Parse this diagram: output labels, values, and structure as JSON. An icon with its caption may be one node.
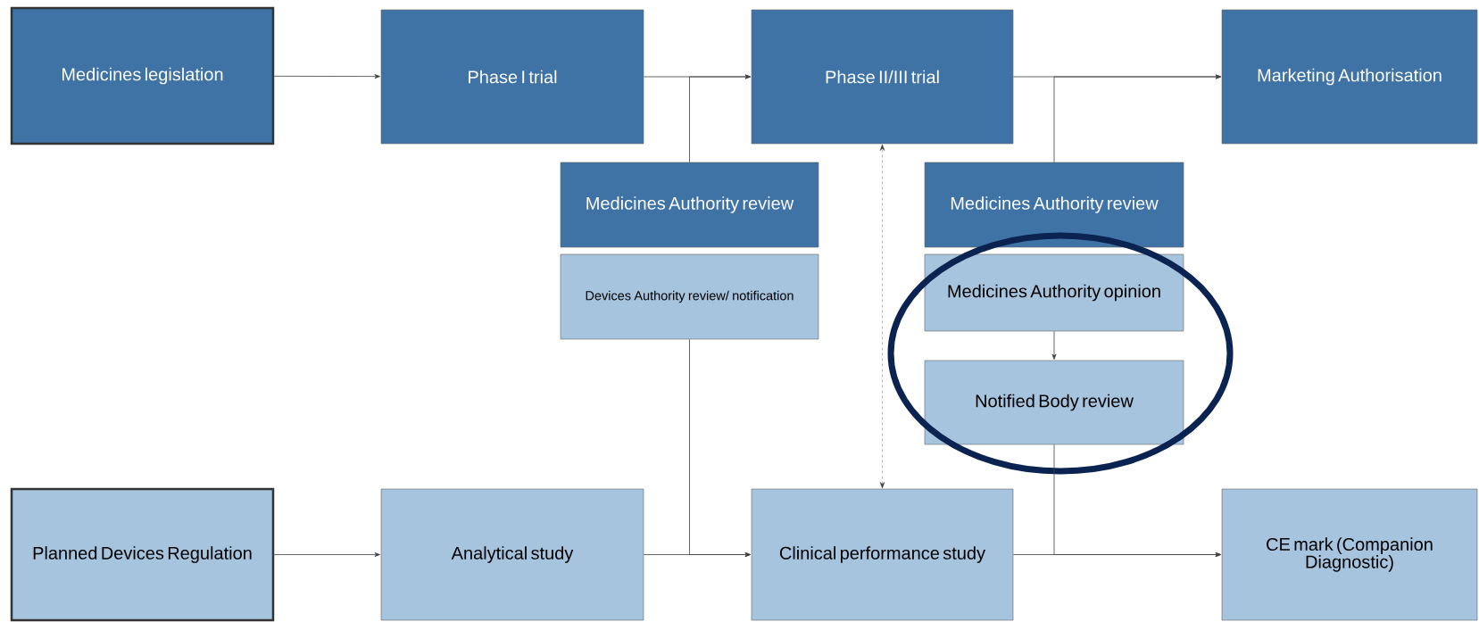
{
  "diagram": {
    "nodes": [
      {
        "text": [
          "Medicines legislation"
        ]
      },
      {
        "text": [
          "Phase I trial"
        ]
      },
      {
        "text": [
          "Phase II/III trial"
        ]
      },
      {
        "text": [
          "Marketing Authorisation"
        ]
      },
      {
        "text": [
          "Medicines Authority review"
        ]
      },
      {
        "text": [
          "Devices Authority review/ notification"
        ]
      },
      {
        "text": [
          "Medicines Authority review"
        ]
      },
      {
        "text": [
          "Medicines Authority opinion"
        ]
      },
      {
        "text": [
          "Notified Body review"
        ]
      },
      {
        "text": [
          "Planned Devices Regulation"
        ]
      },
      {
        "text": [
          "Analytical study"
        ]
      },
      {
        "text": [
          "Clinical performance study"
        ]
      },
      {
        "text": [
          "CE mark (Companion Diagnostic)"
        ]
      }
    ],
    "edges": [
      {
        "from": 0,
        "to": 1,
        "arrow": "to"
      },
      {
        "from": 1,
        "to": 2,
        "arrow": "to"
      },
      {
        "from": 4,
        "to": 2,
        "arrow": "to"
      },
      {
        "from": 2,
        "to": 3,
        "arrow": "to"
      },
      {
        "from": 6,
        "to": 3,
        "arrow": "to"
      },
      {
        "from": 11,
        "to": 2,
        "arrow": "both",
        "style": "dashed"
      },
      {
        "from": 7,
        "to": 8,
        "arrow": "to"
      },
      {
        "from": 9,
        "to": 10,
        "arrow": "to"
      },
      {
        "from": 10,
        "to": 11,
        "arrow": "to"
      },
      {
        "from": 5,
        "to": 11,
        "arrow": "to"
      },
      {
        "from": 11,
        "to": 12,
        "arrow": "to"
      },
      {
        "from": 8,
        "to": 12,
        "arrow": "to"
      }
    ]
  }
}
